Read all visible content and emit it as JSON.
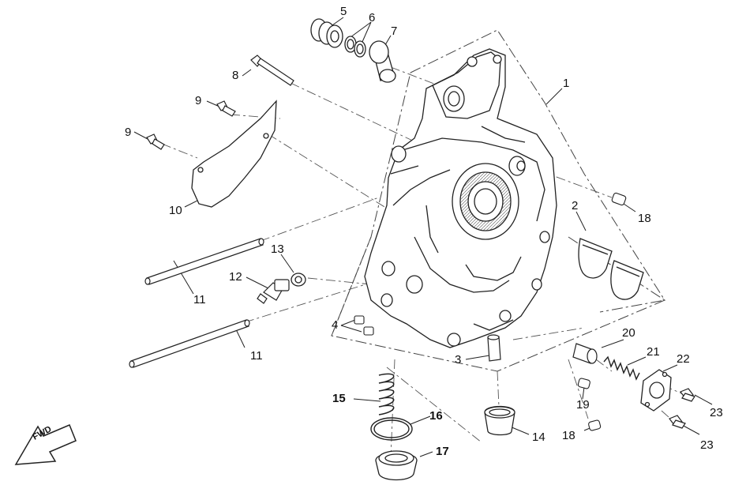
{
  "diagram": {
    "fwd_marker": "FWD",
    "callouts": [
      {
        "key": "c1",
        "text": "1"
      },
      {
        "key": "c2",
        "text": "2"
      },
      {
        "key": "c3",
        "text": "3"
      },
      {
        "key": "c4",
        "text": "4"
      },
      {
        "key": "c5",
        "text": "5"
      },
      {
        "key": "c6",
        "text": "6"
      },
      {
        "key": "c7",
        "text": "7"
      },
      {
        "key": "c8",
        "text": "8"
      },
      {
        "key": "c9a",
        "text": "9"
      },
      {
        "key": "c9b",
        "text": "9"
      },
      {
        "key": "c10",
        "text": "10"
      },
      {
        "key": "c11a",
        "text": "11"
      },
      {
        "key": "c11b",
        "text": "11"
      },
      {
        "key": "c12",
        "text": "12"
      },
      {
        "key": "c13",
        "text": "13"
      },
      {
        "key": "c14",
        "text": "14"
      },
      {
        "key": "c15",
        "text": "15"
      },
      {
        "key": "c16",
        "text": "16"
      },
      {
        "key": "c17",
        "text": "17"
      },
      {
        "key": "c18a",
        "text": "18"
      },
      {
        "key": "c18b",
        "text": "18"
      },
      {
        "key": "c19",
        "text": "19"
      },
      {
        "key": "c20",
        "text": "20"
      },
      {
        "key": "c21",
        "text": "21"
      },
      {
        "key": "c22",
        "text": "22"
      },
      {
        "key": "c23a",
        "text": "23"
      },
      {
        "key": "c23b",
        "text": "23"
      }
    ]
  }
}
